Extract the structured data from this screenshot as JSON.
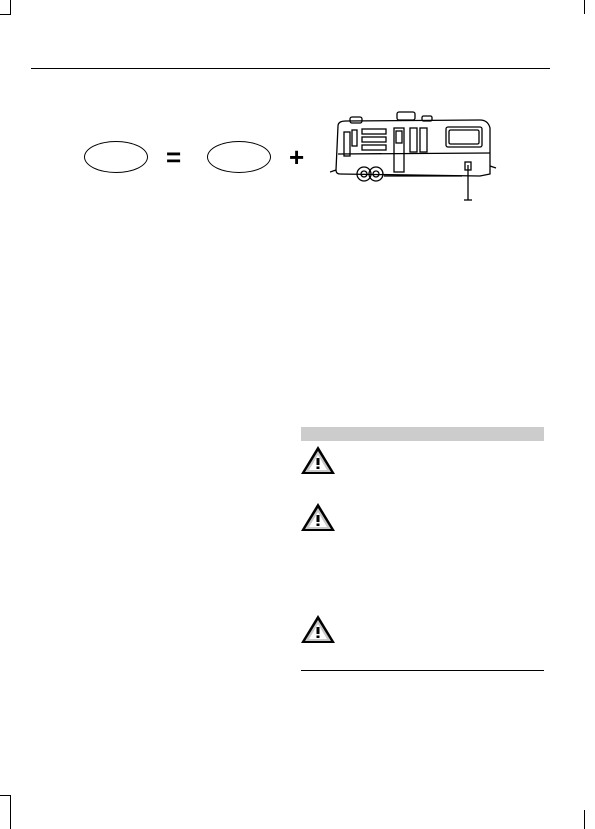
{
  "page": {
    "background": "#ffffff",
    "rule_color": "#000000",
    "section_bar_color": "#cccccc"
  },
  "equation": {
    "terms": [
      "blank-oval",
      "blank-oval",
      "travel-trailer-illustration"
    ],
    "operators": [
      "=",
      "+"
    ]
  },
  "warnings": {
    "icon": "warning-triangle-icon",
    "count": 3
  }
}
